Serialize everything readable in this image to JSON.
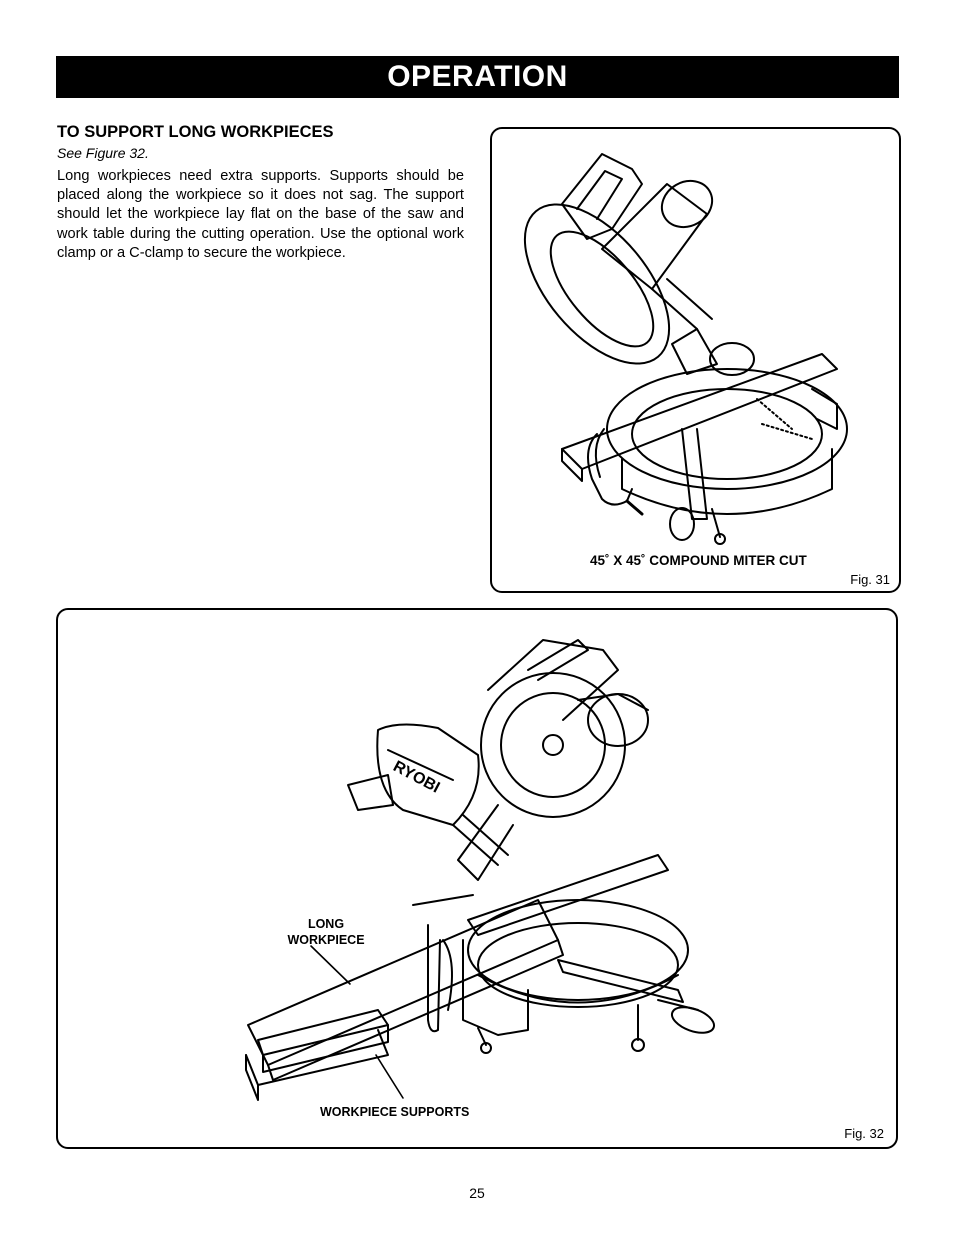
{
  "header": {
    "title": "OPERATION"
  },
  "section": {
    "title": "TO SUPPORT LONG WORKPIECES",
    "see_figure": "See Figure 32.",
    "body": "Long workpieces need extra supports. Supports should be placed along the workpiece so it does not sag. The support should let the workpiece lay flat on the base of the saw and work table during the cutting operation. Use the optional work clamp or a C-clamp to secure the workpiece."
  },
  "figure31": {
    "caption": "45˚ X 45˚ COMPOUND MITER CUT",
    "label": "Fig. 31"
  },
  "figure32": {
    "callout_workpiece_line1": "LONG",
    "callout_workpiece_line2": "WORKPIECE",
    "callout_supports": "WORKPIECE SUPPORTS",
    "brand": "RYOBI",
    "label": "Fig. 32"
  },
  "footer": {
    "page_number": "25"
  }
}
